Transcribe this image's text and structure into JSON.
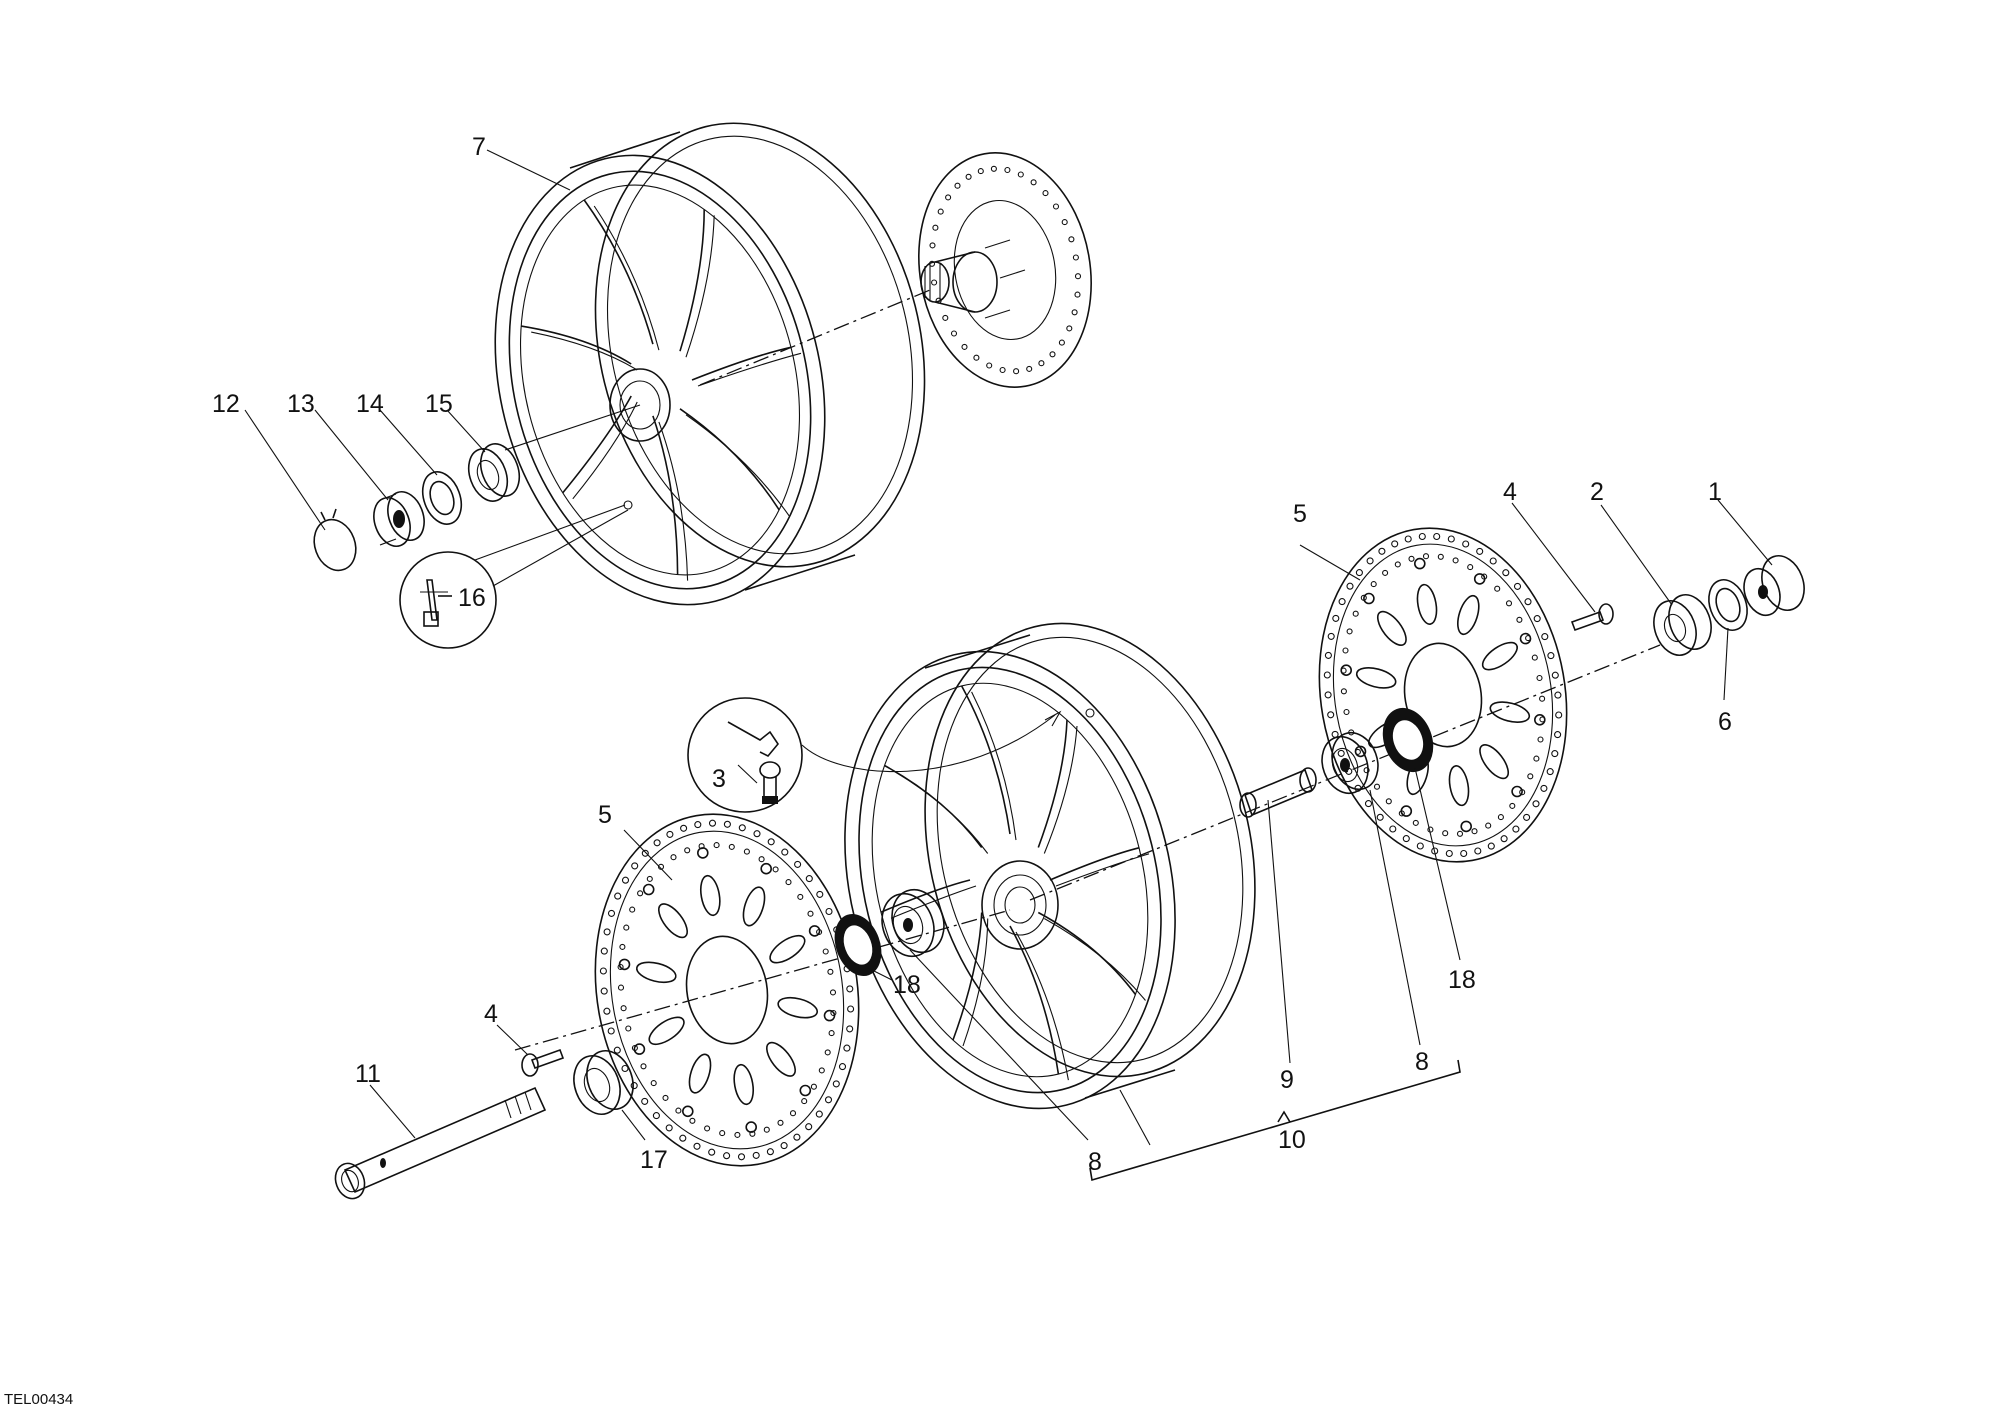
{
  "drawing_code": "TEL00434",
  "part_labels": {
    "p1": "1",
    "p2": "2",
    "p3": "3",
    "p4a": "4",
    "p4b": "4",
    "p5a": "5",
    "p5b": "5",
    "p6": "6",
    "p7": "7",
    "p8a": "8",
    "p8b": "8",
    "p9": "9",
    "p10": "10",
    "p11": "11",
    "p12": "12",
    "p13": "13",
    "p14": "14",
    "p15": "15",
    "p16": "16",
    "p17": "17",
    "p18a": "18",
    "p18b": "18"
  }
}
